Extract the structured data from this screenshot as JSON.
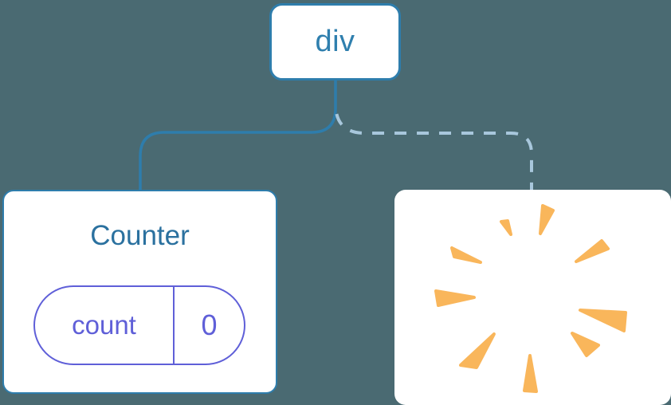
{
  "diagram": {
    "description": "React render-tree diagram: a div root keeps a Counter child with state, while a second child is removed (poof)",
    "background_color": "#4a6a72",
    "root_node": {
      "label": "div"
    },
    "counter_node": {
      "title": "Counter",
      "state_pill": {
        "key": "count",
        "value": "0"
      }
    },
    "removed_node": {
      "icon": "poof-starburst"
    },
    "edges": [
      {
        "from": "div",
        "to": "Counter",
        "style": "solid"
      },
      {
        "from": "div",
        "to": "removed-node",
        "style": "dashed"
      }
    ],
    "colors": {
      "node_border_blue": "#2e7dac",
      "node_text_blue": "#2f7fae",
      "counter_title_blue": "#2b719f",
      "state_indigo": "#5f5fd8",
      "dashed_edge_blue": "#a8c7dc",
      "poof_orange": "#f9b65b",
      "card_background": "#ffffff"
    }
  }
}
